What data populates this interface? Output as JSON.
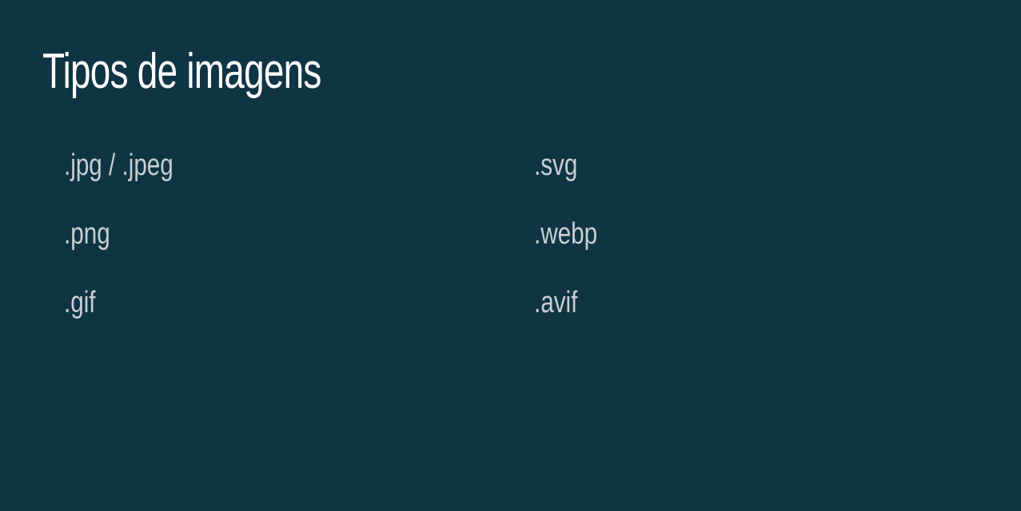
{
  "slide": {
    "title": "Tipos de imagens",
    "left_column": [
      ".jpg / .jpeg",
      ".png",
      ".gif"
    ],
    "right_column": [
      ".svg",
      ".webp",
      ".avif"
    ]
  },
  "colors": {
    "background": "#0f3444",
    "title": "#ffffff",
    "items": "#c9ced1"
  }
}
